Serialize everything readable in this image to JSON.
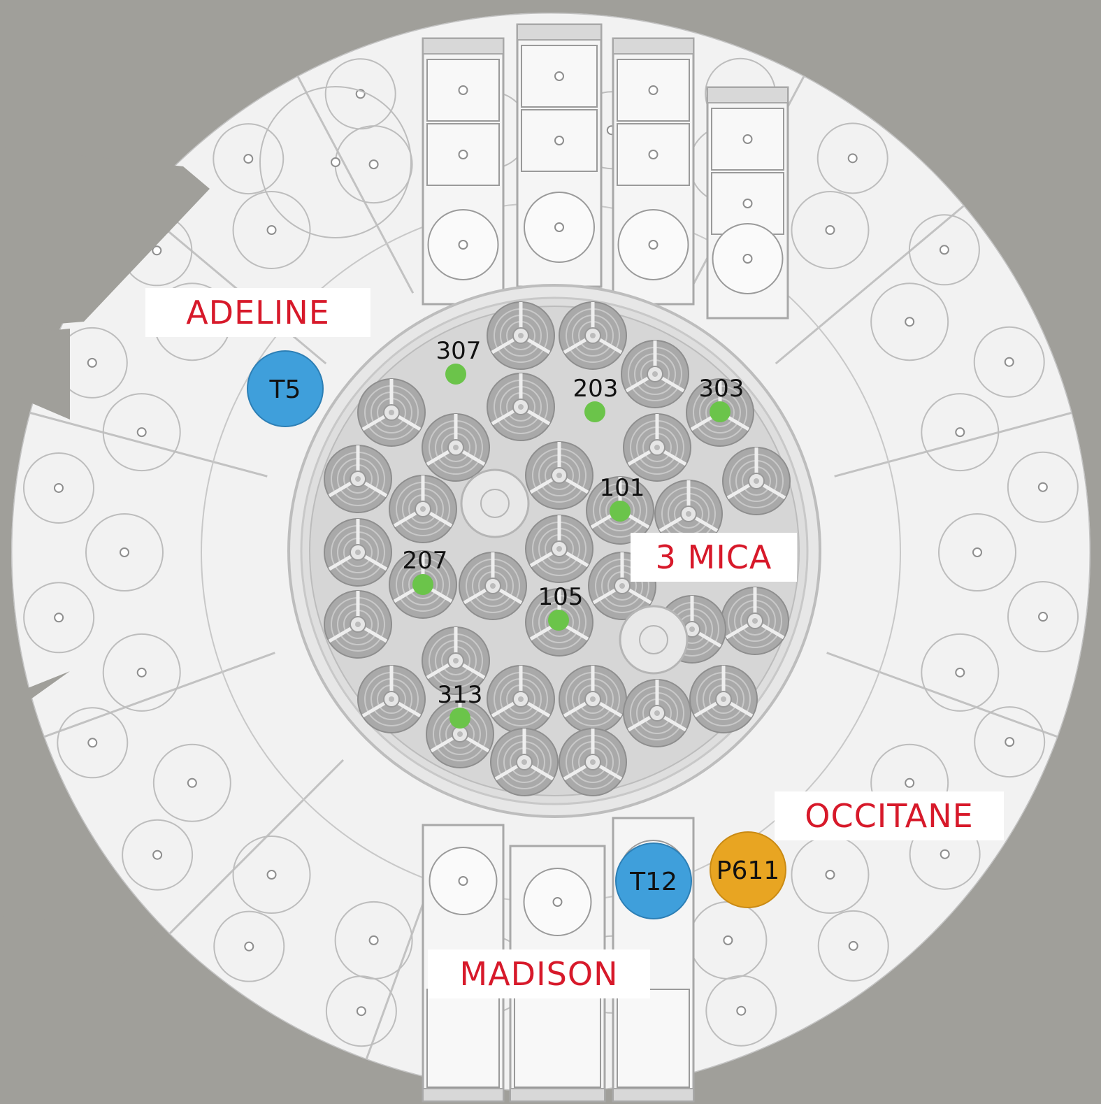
{
  "colors": {
    "background": "#a09f9a",
    "structure": "#f2f2f2",
    "structure_line": "#bdbdbd",
    "core_fill": "#dcdcdc",
    "fuel_element": "#a9a9a9",
    "label_red": "#d7192a",
    "position_green": "#6bc44a",
    "tube_blue": "#3f9fdb",
    "port_orange": "#e8a522"
  },
  "regions": {
    "adeline": "ADELINE",
    "mica": "3 MICA",
    "occitane": "OCCITANE",
    "madison": "MADISON"
  },
  "core_positions": [
    {
      "id": "p307",
      "label": "307"
    },
    {
      "id": "p203",
      "label": "203"
    },
    {
      "id": "p303",
      "label": "303"
    },
    {
      "id": "p101",
      "label": "101"
    },
    {
      "id": "p207",
      "label": "207"
    },
    {
      "id": "p105",
      "label": "105"
    },
    {
      "id": "p313",
      "label": "313"
    }
  ],
  "markers": {
    "t5": "T5",
    "t12": "T12",
    "p611": "P611"
  }
}
